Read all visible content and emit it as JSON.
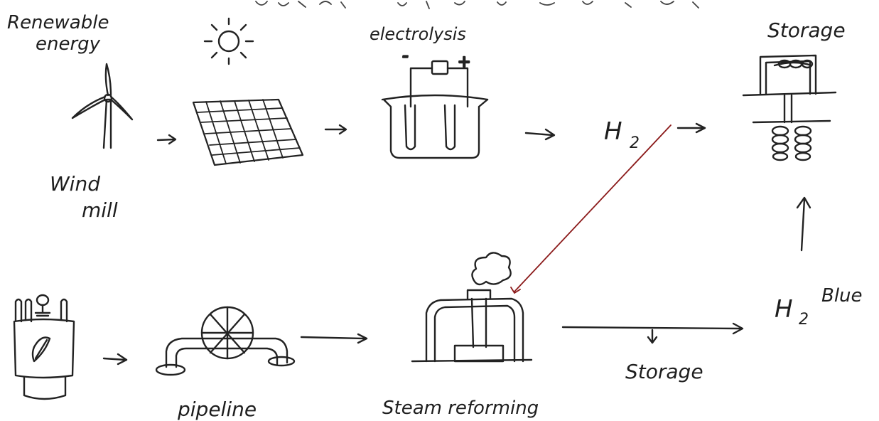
{
  "diagram": {
    "labels": {
      "renewable_energy_line1": "Renewable",
      "renewable_energy_line2": "energy",
      "wind_mill_line1": "Wind",
      "wind_mill_line2": "mill",
      "electrolysis": "electrolysis",
      "storage_top": "Storage",
      "h2_green_main": "H",
      "h2_green_sub": "2",
      "h2_blue_main": "H",
      "h2_blue_sub": "2",
      "h2_blue_suffix": "Blue",
      "pipeline": "pipeline",
      "steam_reforming": "Steam reforming",
      "storage_bottom": "Storage",
      "electrode_minus": "-",
      "electrode_plus": "+"
    },
    "icons": {
      "sun": "sun-icon",
      "wind_turbine": "wind-turbine-icon",
      "solar_panel": "solar-panel-icon",
      "electrolysis_cell": "electrolysis-cell-icon",
      "storage_tank": "storage-tank-icon",
      "gas_cylinder": "gas-cylinder-icon",
      "pipeline": "pipeline-valve-icon",
      "steam_reformer": "steam-reformer-icon"
    },
    "colors": {
      "ink": "#222222",
      "red_connector": "#8b1a1a"
    }
  }
}
